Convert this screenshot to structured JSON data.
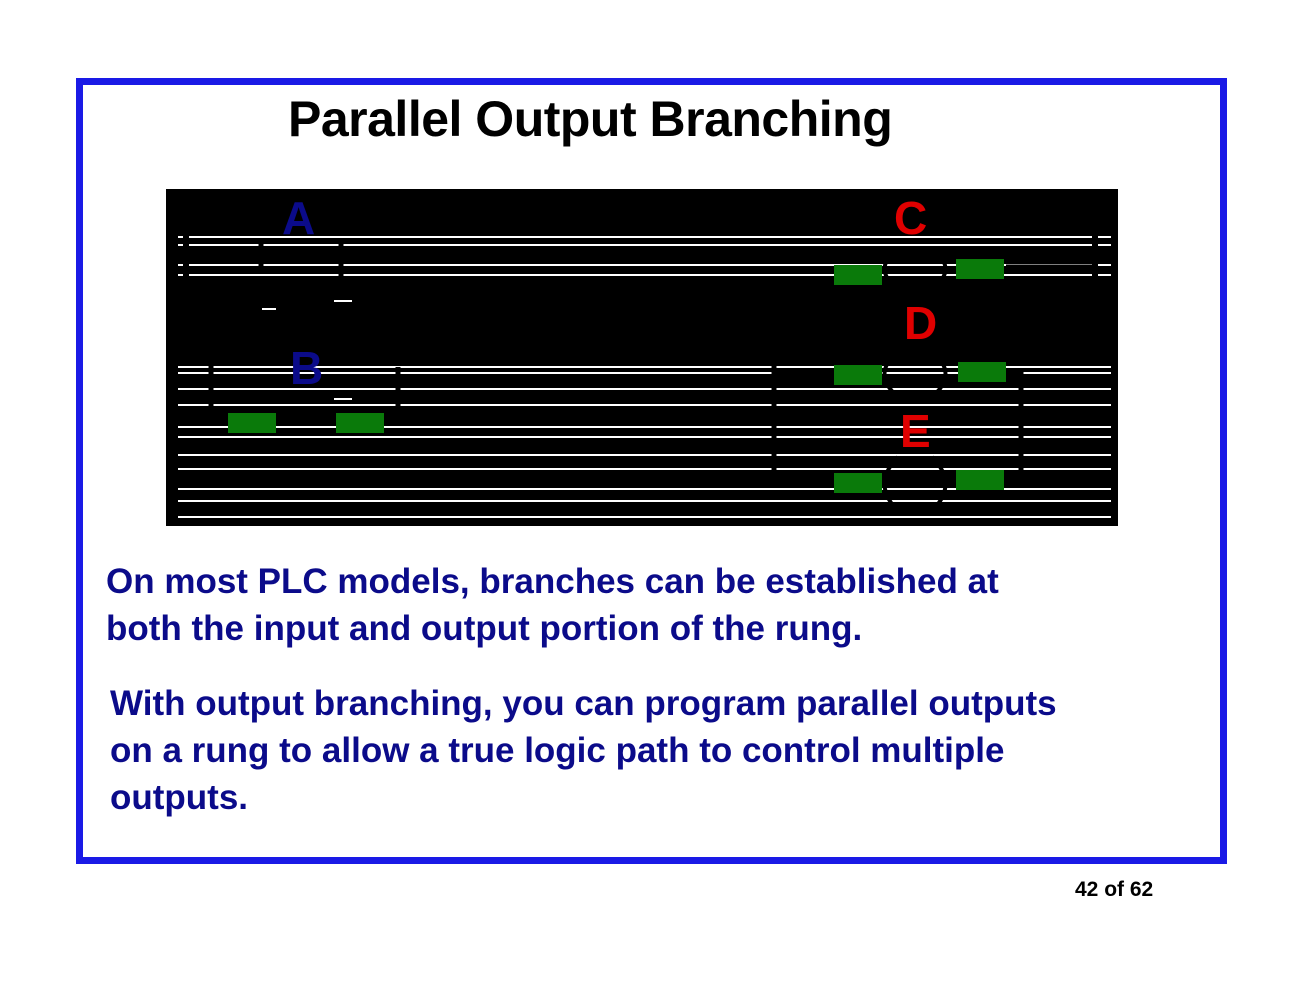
{
  "slide": {
    "title": "Parallel Output Branching",
    "frame_color": "#1a1ae6",
    "text_color": "#0b0b8a",
    "paragraph1": [
      "On most PLC models, branches can be established at",
      "both the input and output portion of the rung."
    ],
    "paragraph2": [
      "With output branching, you can program parallel outputs",
      "on a rung to allow a true logic path to control multiple",
      "outputs."
    ],
    "page_number": "42 of 62"
  },
  "diagram": {
    "labels": {
      "A": "A",
      "B": "B",
      "C": "C",
      "D": "D",
      "E": "E"
    },
    "input_label_color": "#0b0b8a",
    "output_label_color": "#e00000",
    "highlight_color": "#0a7a0a"
  }
}
